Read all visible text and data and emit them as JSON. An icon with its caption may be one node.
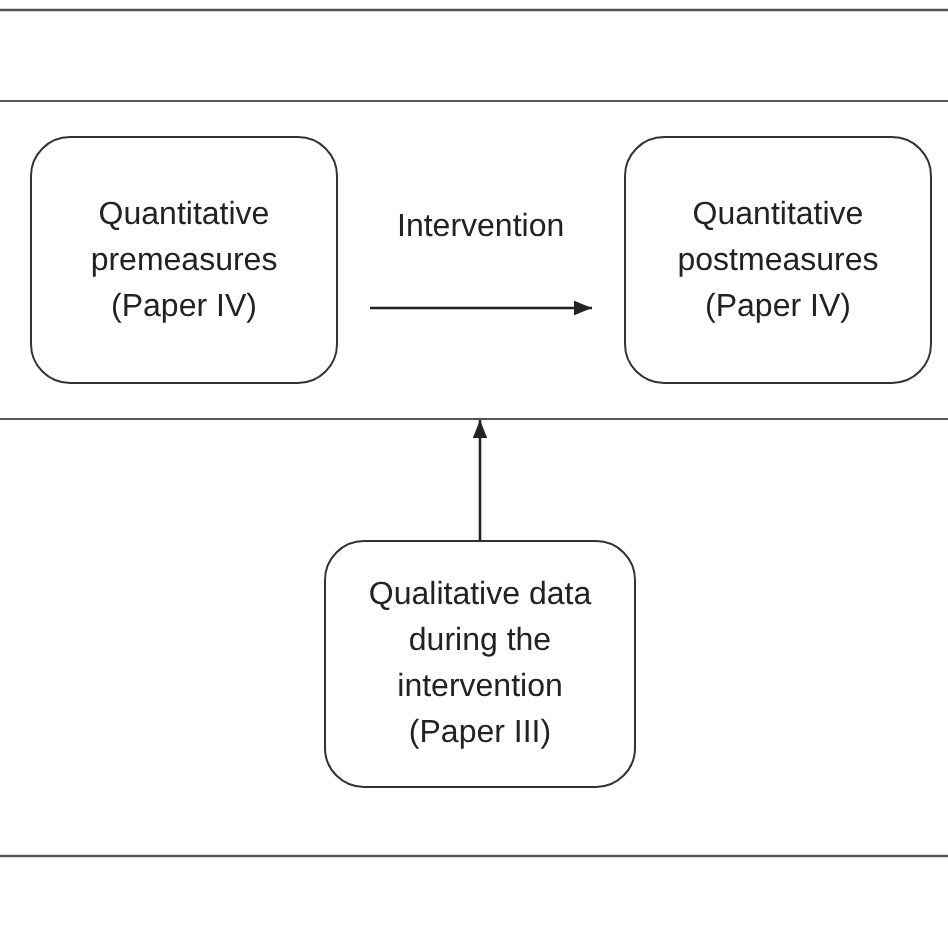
{
  "diagram": {
    "nodes": [
      {
        "text": [],
        "shape": "box"
      },
      {
        "text": [
          "Quantitative premeasures (Paper IV)"
        ],
        "in": 0
      },
      {
        "text": [
          "Quantitative postmeasures (Paper IV)"
        ],
        "in": 0
      },
      {
        "text": [
          "Qualitative data during the intervention (Paper III)"
        ]
      }
    ],
    "edges": [
      {
        "from": 1,
        "to": 2,
        "arrow": "to",
        "label": "Intervention"
      },
      {
        "from": 3,
        "to": 0,
        "arrow": "to"
      }
    ]
  }
}
